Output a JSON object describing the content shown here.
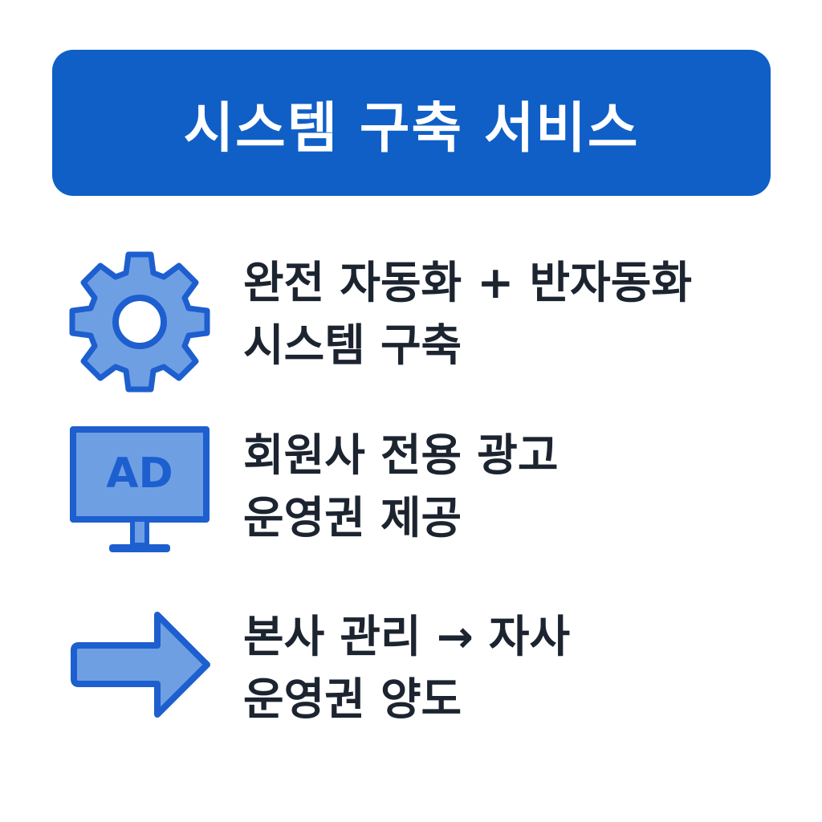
{
  "colors": {
    "banner": "#0f5fc7",
    "icon_stroke": "#1d5fcf",
    "icon_fill": "#6f9fe3",
    "text": "#1c2430"
  },
  "header": {
    "title": "시스템 구축 서비스"
  },
  "features": [
    {
      "icon": "gear-icon",
      "line1": "완전 자동화 + 반자동화",
      "line2": "시스템 구축"
    },
    {
      "icon": "ad-monitor-icon",
      "icon_label": "AD",
      "line1": "회원사 전용 광고",
      "line2": "운영권 제공"
    },
    {
      "icon": "arrow-right-icon",
      "line1": "본사 관리 → 자사",
      "line2": "운영권 양도"
    }
  ]
}
